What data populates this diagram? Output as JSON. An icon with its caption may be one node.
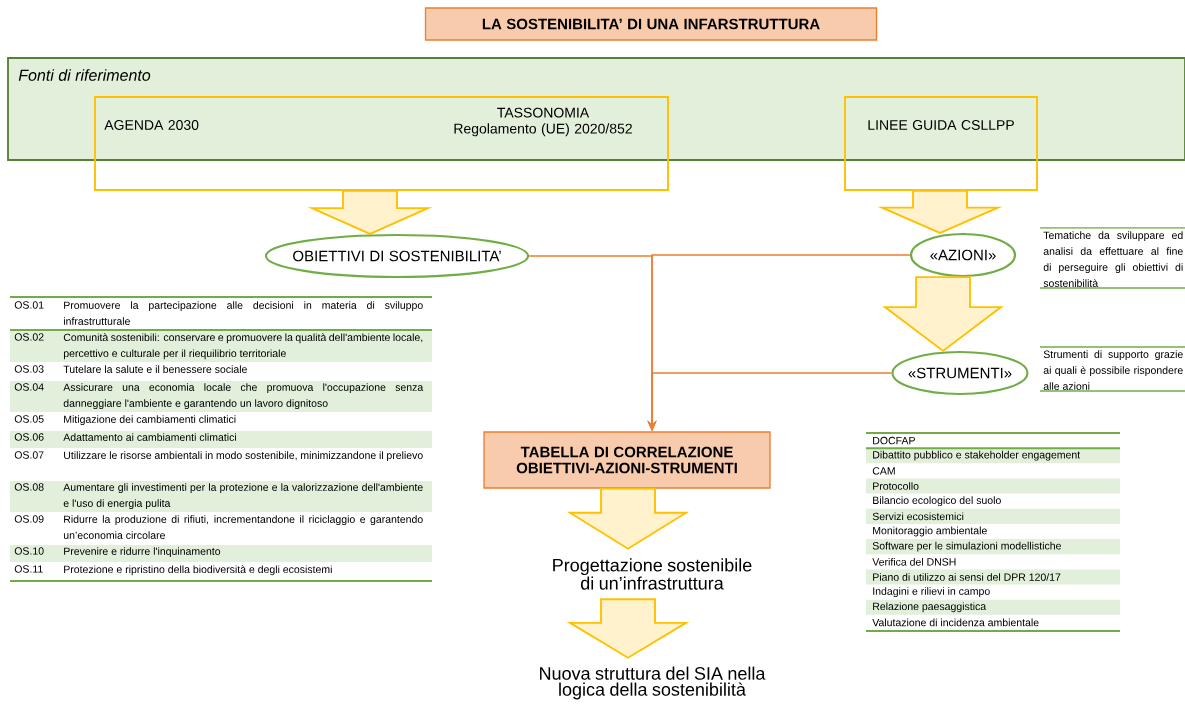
{
  "diagram": {
    "nodes": [
      {
        "text": [
          "LA SOSTENIBILITA’ DI UNA INFARSTRUTTURA"
        ]
      },
      {
        "text": [
          "Fonti di riferimento"
        ]
      },
      {
        "text": [
          "AGENDA 2030",
          "TASSONOMIA Regolamento (UE) 2020/852"
        ]
      },
      {
        "text": [
          "LINEE GUIDA CSLLPP"
        ]
      },
      {
        "text": [
          "OBIETTIVI DI SOSTENIBILITA’"
        ]
      },
      {
        "text": [
          "«AZIONI»"
        ],
        "beside": [
          "Tematiche da sviluppare ed analisi da effettuare al fine di perseguire gli obiettivi di sostenibilità"
        ]
      },
      {
        "text": [
          "«STRUMENTI»"
        ],
        "beside": [
          "Strumenti di supporto grazie ai quali è possibile rispondere alle azioni"
        ]
      },
      {
        "text": [
          "TABELLA DI CORRELAZIONE OBIETTIVI-AZIONI-STRUMENTI"
        ]
      },
      {
        "text": [
          "Progettazione sostenibile di un’infrastruttura"
        ]
      },
      {
        "text": [
          "Nuova struttura del SIA nella logica della sostenibilità"
        ]
      }
    ],
    "edges": [
      {
        "from": 2,
        "to": 4,
        "arrow": "to"
      },
      {
        "from": 3,
        "to": 5,
        "arrow": "to"
      },
      {
        "from": 5,
        "to": 6,
        "arrow": "to"
      },
      {
        "from": 7,
        "to": 8,
        "arrow": "to"
      },
      {
        "from": 8,
        "to": 9,
        "arrow": "to"
      },
      {
        "from": 4,
        "to": 7,
        "arrow": "to",
        "color": "#ed7d31"
      },
      {
        "from": 5,
        "to": 7,
        "arrow": "to",
        "color": "#ed7d31"
      },
      {
        "from": 6,
        "to": 7,
        "arrow": "to",
        "color": "#ed7d31"
      }
    ],
    "labels": [
      "OS.01",
      "Promuovere la partecipazione alle decisioni in materia di sviluppo infrastrutturale",
      "OS.02",
      "Comunità sostenibili: conservare e promuovere la qualità dell'ambiente locale, percettivo e culturale per il riequilibrio territoriale",
      "OS.03",
      "Tutelare la salute e il benessere sociale",
      "OS.04",
      "Assicurare una economia locale che promuova l'occupazione senza danneggiare l'ambiente e garantendo un lavoro dignitoso",
      "OS.05",
      "Mitigazione dei cambiamenti climatici",
      "OS.06",
      "Adattamento ai cambiamenti climatici",
      "OS.07",
      "Utilizzare le risorse ambientali in modo sostenibile, minimizzandone il prelievo",
      "OS.08",
      "Aumentare gli investimenti per la protezione e la valorizzazione dell'ambiente e l'uso di energia pulita",
      "OS.09",
      "Ridurre la produzione di rifiuti, incrementandone il riciclaggio e garantendo un’economia circolare",
      "OS.10",
      "Prevenire e ridurre l'inquinamento",
      "OS.11",
      "Protezione e ripristino della biodiversità e degli ecosistemi",
      "DOCFAP",
      "Dibattito pubblico e stakeholder engagement",
      "CAM",
      "Protocollo",
      "Bilancio ecologico del suolo",
      "Servizi ecosistemici",
      "Monitoraggio ambientale",
      "Software per le simulazioni modellistiche",
      "Verifica del DNSH",
      "Piano di utilizzo ai sensi del DPR 120/17",
      "Indagini e rilievi in campo",
      "Relazione paesaggistica",
      "Valutazione di incidenza ambientale"
    ]
  }
}
